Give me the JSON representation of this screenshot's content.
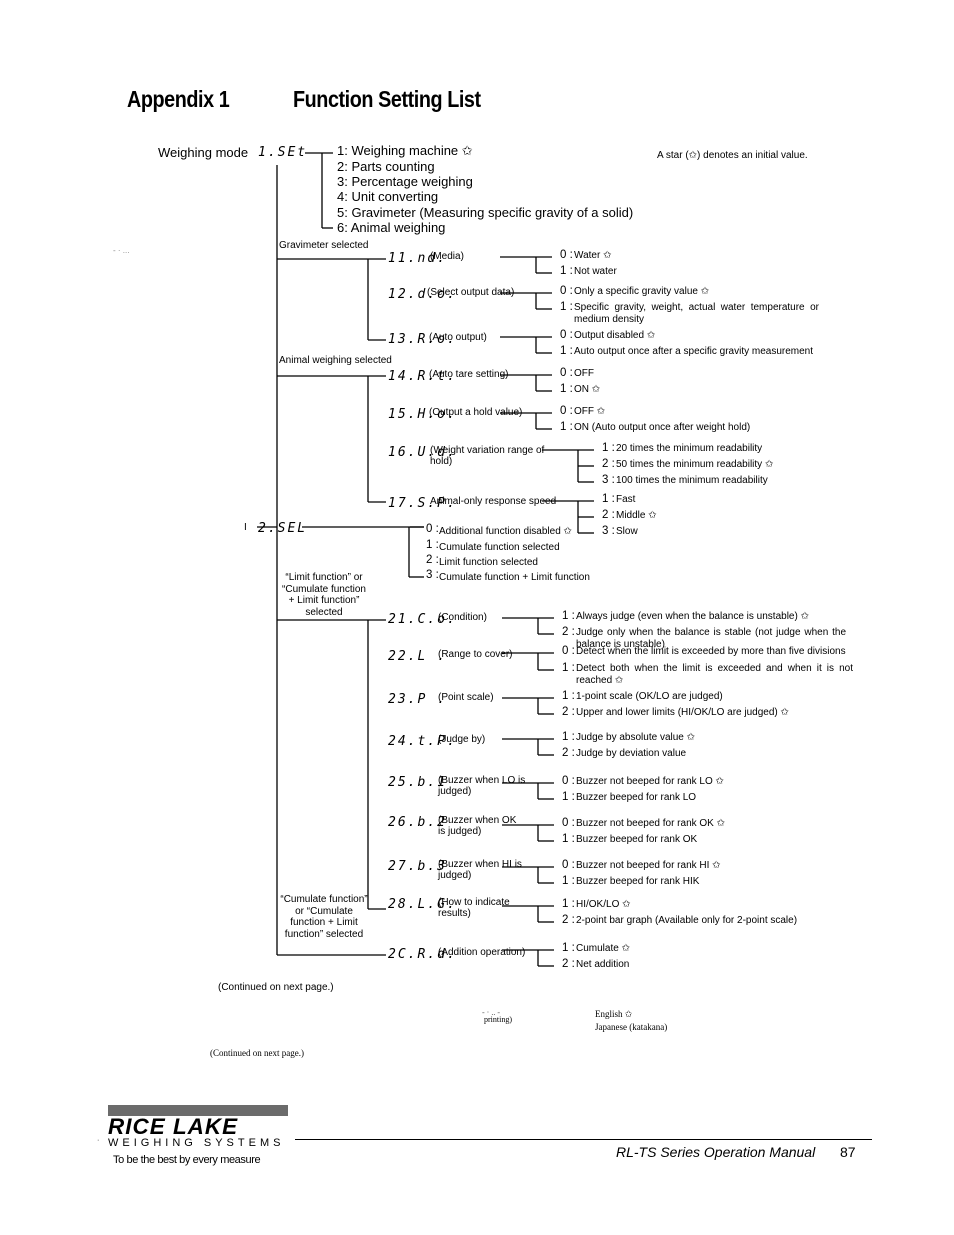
{
  "heading": {
    "appendix": "Appendix 1",
    "title": "Function Setting List"
  },
  "note": "A star (✩) denotes an initial value.",
  "weighing_mode": {
    "label": "Weighing mode",
    "code": "1.SEt",
    "options": [
      "1: Weighing machine ✩",
      "2: Parts counting",
      "3: Percentage weighing",
      "4: Unit converting",
      "5: Gravimeter (Measuring specific gravity of a solid)",
      "6: Animal weighing"
    ]
  },
  "gravimeter_selected": "Gravimeter selected",
  "animal_selected": "Animal weighing selected",
  "stray_mark": "-  · ...",
  "stray_tick": "I",
  "stray_marks2": "-  · .. -",
  "stray_dot": "·",
  "f11": {
    "code": "11.nd.",
    "desc": "(Media)",
    "o0n": "0 :",
    "o0": "Water ✩",
    "o1n": "1 :",
    "o1": "Not water"
  },
  "f12": {
    "code": "12.d.o.",
    "desc": "(Select output data)",
    "o0n": "0 :",
    "o0": "Only a specific gravity value ✩",
    "o1n": "1 :",
    "o1": "Specific gravity, weight, actual water temperature or medium density"
  },
  "f13": {
    "code": "13.R.o.",
    "desc": "(Auto output)",
    "o0n": "0 :",
    "o0": "Output disabled ✩",
    "o1n": "1 :",
    "o1": "Auto output once after a specific gravity measurement"
  },
  "f14": {
    "code": "14.R.t.",
    "desc": "(Auto tare setting)",
    "o0n": "0 :",
    "o0": "OFF",
    "o1n": "1 :",
    "o1": "ON ✩"
  },
  "f15": {
    "code": "15.H.o.",
    "desc": "(Output a hold value)",
    "o0n": "0 :",
    "o0": "OFF ✩",
    "o1n": "1 :",
    "o1": "ON (Auto output once after weight hold)"
  },
  "f16": {
    "code": "16.U.d.",
    "desc": "(Weight variation range of hold)",
    "o1n": "1 :",
    "o1": "20 times the minimum readability",
    "o2n": "2 :",
    "o2": "50 times the minimum readability ✩",
    "o3n": "3 :",
    "o3": "100 times the minimum readability"
  },
  "f17": {
    "code": "17.S.P.",
    "desc": "Animal-only response speed",
    "o1n": "1 :",
    "o1": "Fast",
    "o2n": "2 :",
    "o2": "Middle ✩",
    "o3n": "3 :",
    "o3": "Slow"
  },
  "f2": {
    "code": "2.SEL",
    "o0n": "0 :",
    "o0": "Additional function disabled ✩",
    "o1n": "1 :",
    "o1": "Cumulate function selected",
    "o2n": "2 :",
    "o2": "Limit function selected",
    "o3n": "3 :",
    "o3": "Cumulate function + Limit function"
  },
  "limit_selected": "“Limit function” or “Cumulate function + Limit function” selected",
  "cumulate_selected": "“Cumulate function” or “Cumulate function + Limit function” selected",
  "f21": {
    "code": "21.C.o.",
    "desc": "(Condition)",
    "o1n": "1 :",
    "o1": "Always judge (even when the balance is unstable) ✩",
    "o2n": "2 :",
    "o2": "Judge only when the balance is stable   (not judge when the balance is unstable)"
  },
  "f22": {
    "code": "22.L  .",
    "desc": "(Range to cover)",
    "o0n": "0 :",
    "o0": "Detect when the limit is exceeded by more than five divisions",
    "o1n": "1 :",
    "o1": "Detect both when the limit is exceeded and when it is not reached ✩"
  },
  "f23": {
    "code": "23.P  .",
    "desc": "(Point scale)",
    "o1n": "1 :",
    "o1": "1-point scale (OK/LO are judged)",
    "o2n": "2 :",
    "o2": "Upper and lower limits (HI/OK/LO are judged) ✩"
  },
  "f24": {
    "code": "24.t.P.",
    "desc": "(Judge by)",
    "o1n": "1 :",
    "o1": "Judge by absolute value ✩",
    "o2n": "2 :",
    "o2": "Judge by deviation value"
  },
  "f25": {
    "code": "25.b.1",
    "desc": "(Buzzer when LO is judged)",
    "o0n": "0 :",
    "o0": "Buzzer not beeped for rank LO ✩",
    "o1n": "1 :",
    "o1": "Buzzer beeped for rank LO"
  },
  "f26": {
    "code": "26.b.2",
    "desc": "(Buzzer when OK is judged)",
    "o0n": "0 :",
    "o0": "Buzzer not beeped for rank OK ✩",
    "o1n": "1 :",
    "o1": "Buzzer beeped for rank OK"
  },
  "f27": {
    "code": "27.b.3",
    "desc": "(Buzzer when HI is judged)",
    "o0n": "0 :",
    "o0": "Buzzer not beeped for rank HI ✩",
    "o1n": "1 :",
    "o1": "Buzzer beeped for rank HIK"
  },
  "f28": {
    "code": "28.L.G.",
    "desc": "(How to indicate results)",
    "o1n": "1 :",
    "o1": "HI/OK/LO ✩",
    "o2n": "2 :",
    "o2": "2-point bar graph (Available only for 2-point scale)"
  },
  "f2c": {
    "code": "2C.R.d.",
    "desc": "(Addition operation)",
    "o1n": "1 :",
    "o1": "Cumulate ✩",
    "o2n": "2 :",
    "o2": "Net addition"
  },
  "continued": "(Continued on next page.)",
  "ghost": {
    "printing": "printing)",
    "english": "English ✩",
    "japanese": "Japanese (katakana)",
    "continued": "(Continued on next page.)"
  },
  "footer": {
    "brand": "RICE LAKE",
    "sub": "WEIGHING SYSTEMS",
    "tagline": "To be the best by every measure",
    "manual": "RL-TS Series Operation Manual",
    "page": "87"
  }
}
